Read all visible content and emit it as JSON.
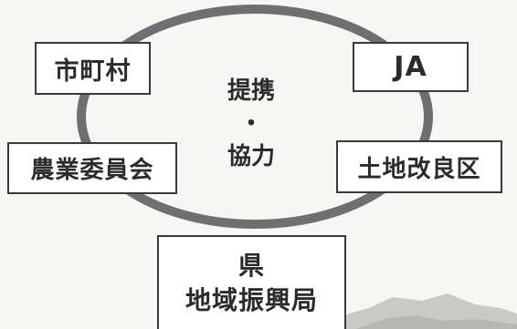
{
  "colors": {
    "ellipse_stroke": "#6f6f6f",
    "box_border": "#3a3a3a",
    "text": "#2b2b2b",
    "background": "#f6f6f4",
    "hills": "#c9c9c6"
  },
  "center": {
    "line1": "提携",
    "line2": "・",
    "line3": "協力"
  },
  "organizations": {
    "municipality": "市町村",
    "ja": "JA",
    "agri_committee": "農業委員会",
    "land_improvement": "土地改良区",
    "prefecture_line1": "県",
    "prefecture_line2": "地域振興局"
  }
}
